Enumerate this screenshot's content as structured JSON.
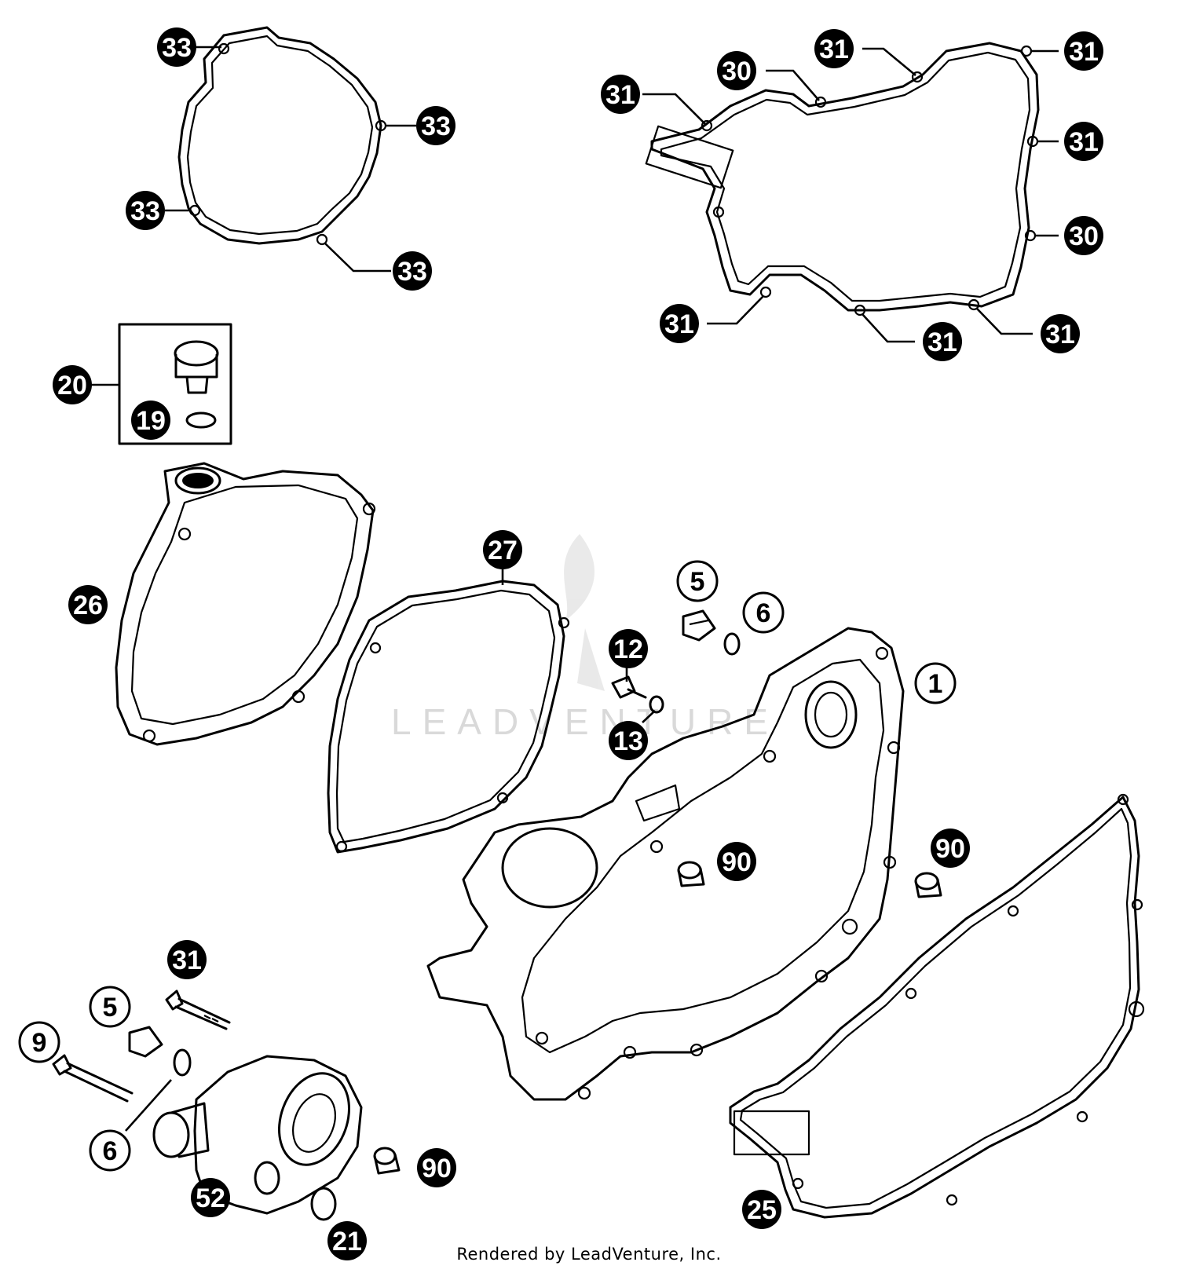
{
  "watermark": "LEADVENTURE",
  "footer": "Rendered by LeadVenture, Inc.",
  "callouts": [
    {
      "id": "c33a",
      "label": "33",
      "filled": true
    },
    {
      "id": "c33b",
      "label": "33",
      "filled": true
    },
    {
      "id": "c33c",
      "label": "33",
      "filled": true
    },
    {
      "id": "c33d",
      "label": "33",
      "filled": true
    },
    {
      "id": "c31a",
      "label": "31",
      "filled": true
    },
    {
      "id": "c30a",
      "label": "30",
      "filled": true
    },
    {
      "id": "c31b",
      "label": "31",
      "filled": true
    },
    {
      "id": "c31c",
      "label": "31",
      "filled": true
    },
    {
      "id": "c31d",
      "label": "31",
      "filled": true
    },
    {
      "id": "c30b",
      "label": "30",
      "filled": true
    },
    {
      "id": "c31e",
      "label": "31",
      "filled": true
    },
    {
      "id": "c31f",
      "label": "31",
      "filled": true
    },
    {
      "id": "c31g",
      "label": "31",
      "filled": true
    },
    {
      "id": "c20",
      "label": "20",
      "filled": true
    },
    {
      "id": "c19",
      "label": "19",
      "filled": true
    },
    {
      "id": "c26",
      "label": "26",
      "filled": true
    },
    {
      "id": "c27",
      "label": "27",
      "filled": true
    },
    {
      "id": "c5a",
      "label": "5",
      "filled": false
    },
    {
      "id": "c6a",
      "label": "6",
      "filled": false
    },
    {
      "id": "c12",
      "label": "12",
      "filled": true
    },
    {
      "id": "c13",
      "label": "13",
      "filled": true
    },
    {
      "id": "c1",
      "label": "1",
      "filled": false
    },
    {
      "id": "c90a",
      "label": "90",
      "filled": true
    },
    {
      "id": "c90b",
      "label": "90",
      "filled": true
    },
    {
      "id": "c31h",
      "label": "31",
      "filled": true
    },
    {
      "id": "c5b",
      "label": "5",
      "filled": false
    },
    {
      "id": "c9",
      "label": "9",
      "filled": false
    },
    {
      "id": "c6b",
      "label": "6",
      "filled": false
    },
    {
      "id": "c52",
      "label": "52",
      "filled": true
    },
    {
      "id": "c90c",
      "label": "90",
      "filled": true
    },
    {
      "id": "c21",
      "label": "21",
      "filled": true
    },
    {
      "id": "c25",
      "label": "25",
      "filled": true
    }
  ]
}
